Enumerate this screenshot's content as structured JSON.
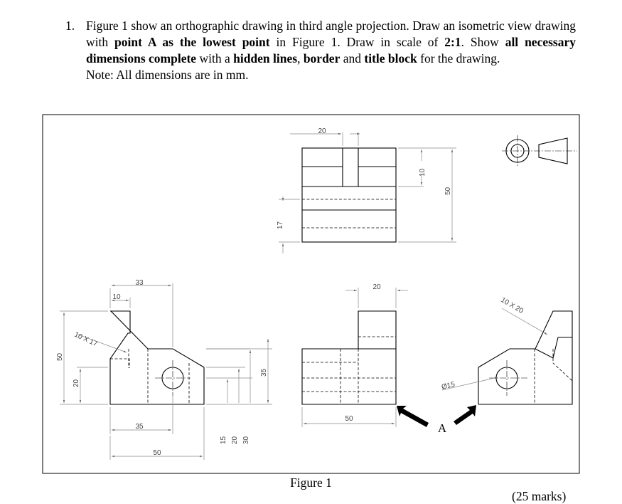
{
  "question": {
    "number": "1.",
    "parts": [
      {
        "text": "Figure 1 show an orthographic drawing in third angle projection. Draw an isometric view drawing with ",
        "bold": false
      },
      {
        "text": "point A as the lowest point",
        "bold": true
      },
      {
        "text": " in Figure 1. Draw in scale of ",
        "bold": false
      },
      {
        "text": "2:1",
        "bold": true
      },
      {
        "text": ". Show ",
        "bold": false
      },
      {
        "text": "all necessary dimensions complete",
        "bold": true
      },
      {
        "text": " with a ",
        "bold": false
      },
      {
        "text": "hidden lines",
        "bold": true
      },
      {
        "text": ", ",
        "bold": false
      },
      {
        "text": "border",
        "bold": true
      },
      {
        "text": " and ",
        "bold": false
      },
      {
        "text": "title block",
        "bold": true
      },
      {
        "text": " for the drawing.",
        "bold": false
      }
    ],
    "note": "Note: All dimensions are in mm."
  },
  "figure": {
    "caption": "Figure 1",
    "point_label": "A",
    "dims": {
      "top_20": "20",
      "top_10": "10",
      "top_50": "50",
      "top_17": "17",
      "left_33": "33",
      "left_10": "10",
      "left_10x17": "10 X 17",
      "left_50": "50",
      "left_20": "20",
      "left_35_side": "35",
      "left_35": "35",
      "left_50_bottom": "50",
      "left_15": "15",
      "left_20b": "20",
      "left_30": "30",
      "front_20": "20",
      "front_50": "50",
      "right_10x20": "10 X 20",
      "right_dia15": "Ø15"
    }
  },
  "cutoff_text": "(25 marks)"
}
